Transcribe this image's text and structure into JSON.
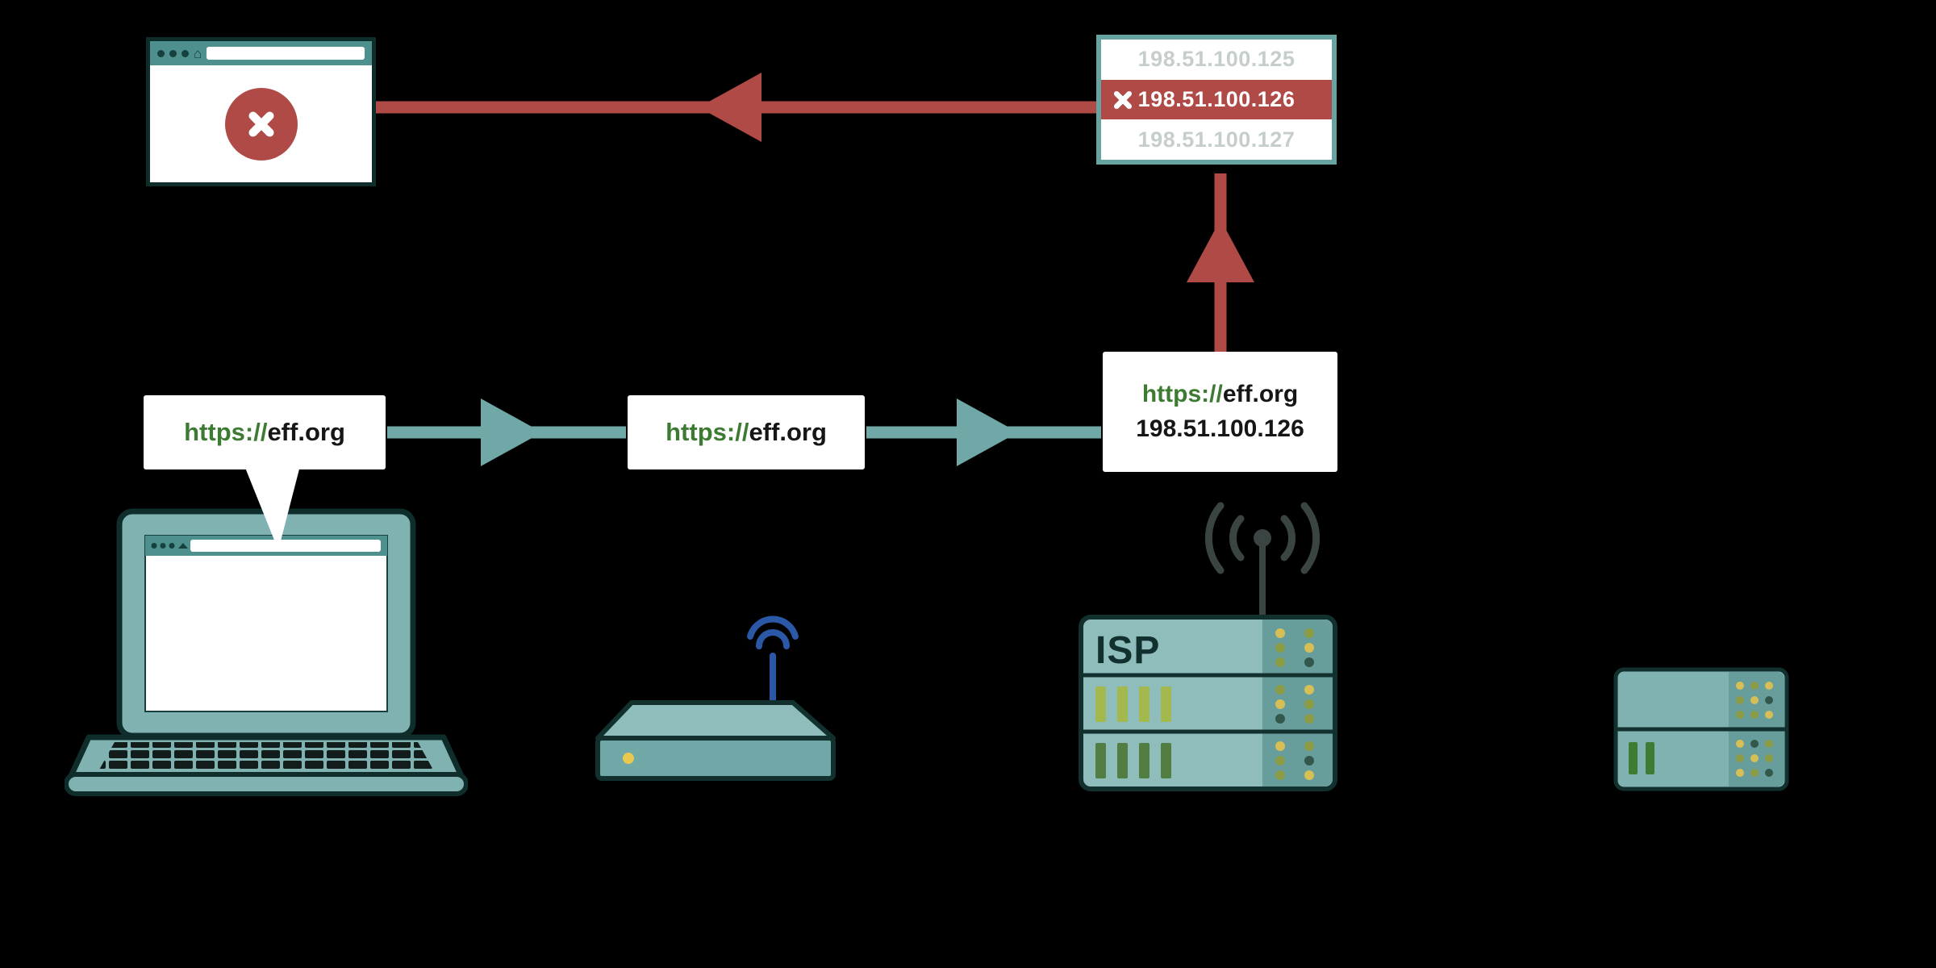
{
  "colors": {
    "background": "#000000",
    "teal_arrow": "#6FA8A6",
    "red_blocked": "#AF4A47",
    "green_protocol": "#3E7B32",
    "device_teal": "#7FB2B0",
    "browser_chrome_teal": "#4E908D",
    "dimmed_ip_gray": "#C6CECD"
  },
  "icons": {
    "home": "⌂"
  },
  "ip_list": {
    "rows": [
      {
        "ip": "198.51.100.125",
        "blocked": false
      },
      {
        "ip": "198.51.100.126",
        "blocked": true
      },
      {
        "ip": "198.51.100.127",
        "blocked": false
      }
    ]
  },
  "request_origin": {
    "protocol": "https://",
    "host": "eff.org"
  },
  "request_hop1": {
    "protocol": "https://",
    "host": "eff.org"
  },
  "request_hop2": {
    "protocol": "https://",
    "host": "eff.org",
    "resolved_ip": "198.51.100.126"
  },
  "isp": {
    "label": "ISP"
  }
}
